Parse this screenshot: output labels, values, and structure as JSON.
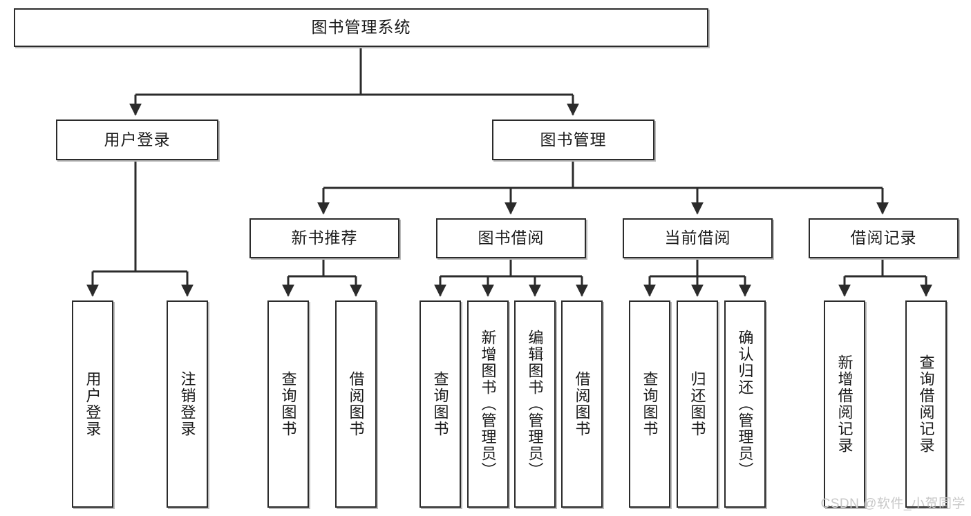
{
  "diagram": {
    "title": "图书管理系统",
    "type": "tree",
    "colors": {
      "node_border": "#2b2b2b",
      "node_fill": "#ffffff",
      "edge": "#2b2b2b",
      "shadow": "#b9b9b9",
      "text": "#1a1a1a",
      "watermark": "#c8c8c8"
    },
    "nodes": {
      "root": {
        "label": "图书管理系统"
      },
      "level2": [
        {
          "id": "user-login",
          "label": "用户登录"
        },
        {
          "id": "book-management",
          "label": "图书管理"
        }
      ],
      "level3": [
        {
          "id": "new-book-recommend",
          "label": "新书推荐"
        },
        {
          "id": "book-borrow",
          "label": "图书借阅"
        },
        {
          "id": "current-borrow",
          "label": "当前借阅"
        },
        {
          "id": "borrow-record",
          "label": "借阅记录"
        }
      ],
      "leaves": {
        "user-login": [
          {
            "id": "leaf-user-login",
            "label": "用户登录"
          },
          {
            "id": "leaf-logout-login",
            "label": "注销登录"
          }
        ],
        "new-book-recommend": [
          {
            "id": "leaf-query-book-1",
            "label": "查询图书"
          },
          {
            "id": "leaf-borrow-book-1",
            "label": "借阅图书"
          }
        ],
        "book-borrow": [
          {
            "id": "leaf-query-book-2",
            "label": "查询图书"
          },
          {
            "id": "leaf-add-book",
            "label": "新增图书（管理员）"
          },
          {
            "id": "leaf-edit-book",
            "label": "编辑图书（管理员）"
          },
          {
            "id": "leaf-borrow-book-2",
            "label": "借阅图书"
          }
        ],
        "current-borrow": [
          {
            "id": "leaf-query-book-3",
            "label": "查询图书"
          },
          {
            "id": "leaf-return-book",
            "label": "归还图书"
          },
          {
            "id": "leaf-confirm-return",
            "label": "确认归还（管理员）"
          }
        ],
        "borrow-record": [
          {
            "id": "leaf-add-record",
            "label": "新增借阅记录"
          },
          {
            "id": "leaf-query-record",
            "label": "查询借阅记录"
          }
        ]
      }
    },
    "watermark": "CSDN @软件_小贺同学"
  }
}
